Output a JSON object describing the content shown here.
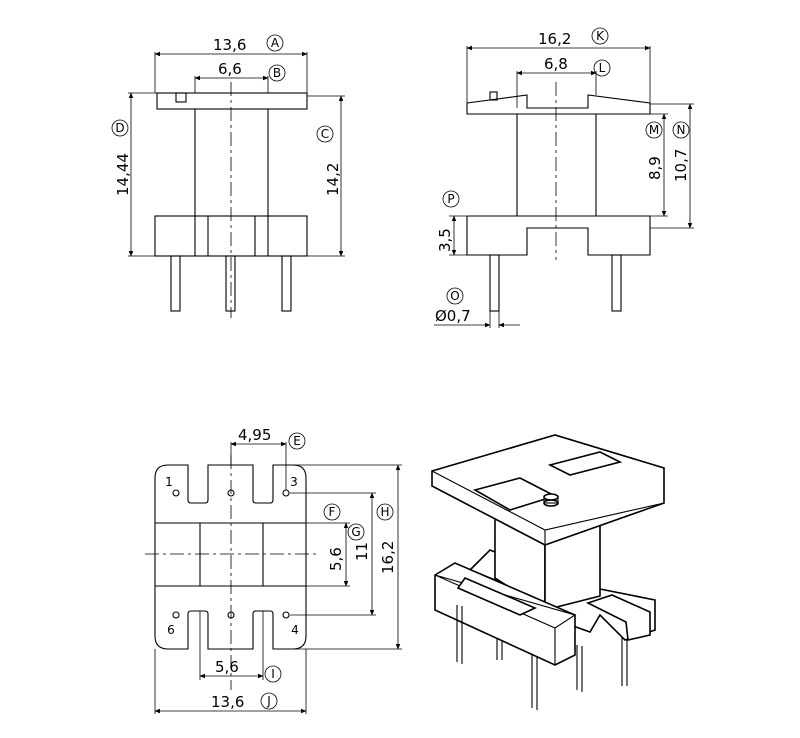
{
  "front_view": {
    "dims": {
      "width": "13,6",
      "inner_width": "6,6",
      "height_overall": "14,44",
      "height_body": "14,2"
    },
    "labels": {
      "width": "A",
      "inner_width": "B",
      "height_body": "C",
      "height_overall": "D"
    }
  },
  "side_view": {
    "dims": {
      "width": "16,2",
      "inner_width": "6,8",
      "inner_height": "8,9",
      "height": "10,7",
      "base": "3,5",
      "pin_diameter": "Ø0,7"
    },
    "labels": {
      "width": "K",
      "inner_width": "L",
      "inner_height": "M",
      "height": "N",
      "pin": "O",
      "base": "P"
    }
  },
  "bottom_view": {
    "dims": {
      "pin_pitch": "4,95",
      "inner": "5,6",
      "pin_row_span": "11",
      "length": "16,2",
      "slot_width": "5,6",
      "width": "13,6"
    },
    "labels": {
      "pin_pitch": "E",
      "edge": "F",
      "pin_row_span": "G",
      "length": "H",
      "slot_width": "I",
      "width": "J"
    },
    "pins": [
      "1",
      "3",
      "6",
      "4"
    ]
  }
}
